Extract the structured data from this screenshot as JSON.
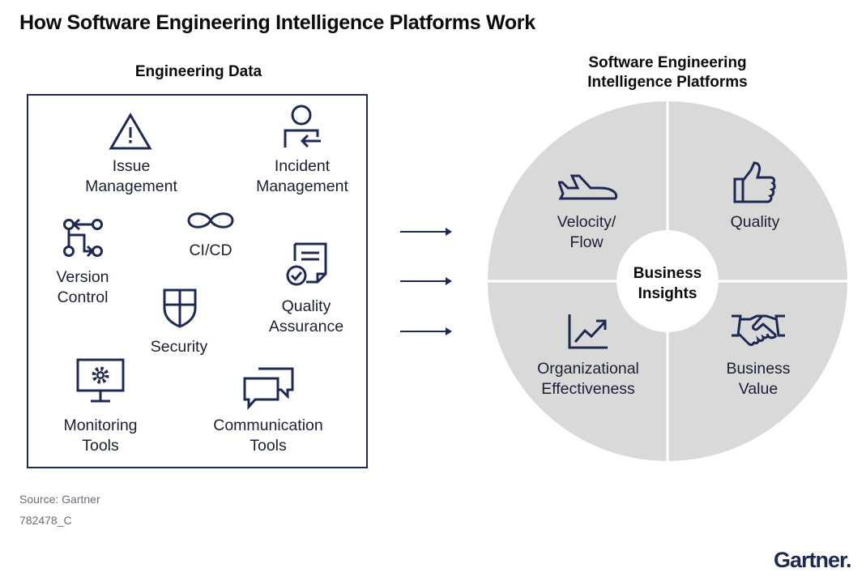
{
  "title": "How Software Engineering Intelligence Platforms Work",
  "left_panel": {
    "heading": "Engineering Data",
    "items": [
      {
        "line1": "Issue",
        "line2": "Management",
        "icon": "warning-triangle-icon"
      },
      {
        "line1": "Incident",
        "line2": "Management",
        "icon": "person-arrow-icon"
      },
      {
        "line1": "Version",
        "line2": "Control",
        "icon": "branch-icon"
      },
      {
        "line1": "CI/CD",
        "icon": "infinity-icon"
      },
      {
        "line1": "Quality",
        "line2": "Assurance",
        "icon": "document-check-icon"
      },
      {
        "line1": "Security",
        "icon": "shield-icon"
      },
      {
        "line1": "Monitoring",
        "line2": "Tools",
        "icon": "monitor-gear-icon"
      },
      {
        "line1": "Communication",
        "line2": "Tools",
        "icon": "chat-bubbles-icon"
      }
    ]
  },
  "right_panel": {
    "heading_line1": "Software Engineering",
    "heading_line2": "Intelligence Platforms",
    "segments": [
      {
        "line1": "Velocity/",
        "line2": "Flow",
        "icon": "airplane-icon"
      },
      {
        "line1": "Quality",
        "icon": "thumbs-up-icon"
      },
      {
        "line1": "Organizational",
        "line2": "Effectiveness",
        "icon": "trend-chart-icon"
      },
      {
        "line1": "Business",
        "line2": "Value",
        "icon": "handshake-icon"
      }
    ],
    "center_line1": "Business",
    "center_line2": "Insights"
  },
  "footer": {
    "source": "Source: Gartner",
    "code": "782478_C",
    "logo": "Gartner."
  },
  "colors": {
    "navy": "#1f2a52",
    "wheel_gray": "#d9d9d9"
  }
}
